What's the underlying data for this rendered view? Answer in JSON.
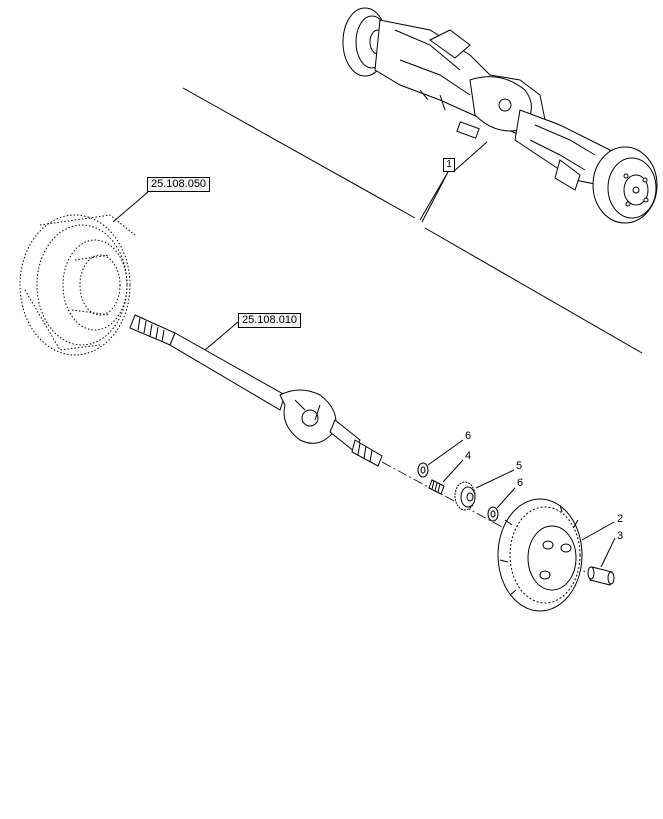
{
  "references": {
    "hub_ref": "25.108.050",
    "shaft_ref": "25.108.010"
  },
  "assembly_callout": "1",
  "callouts": {
    "washer_left": "6",
    "pinion": "4",
    "gear": "5",
    "washer_right": "6",
    "carrier": "2",
    "pin": "3"
  }
}
